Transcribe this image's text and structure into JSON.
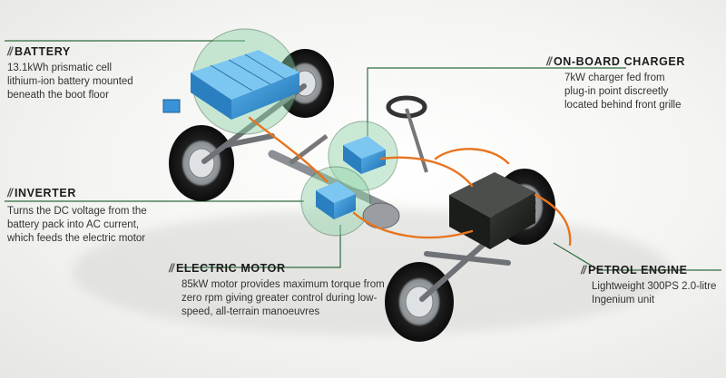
{
  "callouts": {
    "battery": {
      "slashes": "//",
      "title": "BATTERY",
      "description": "13.1kWh prismatic cell\nlithium-ion battery mounted\nbeneath the boot floor"
    },
    "charger": {
      "slashes": "//",
      "title": "ON-BOARD CHARGER",
      "description": "7kW charger fed from\nplug-in point discreetly\nlocated behind front grille"
    },
    "inverter": {
      "slashes": "//",
      "title": "INVERTER",
      "description": "Turns the DC voltage from the\nbattery pack into AC current,\nwhich feeds the electric motor"
    },
    "motor": {
      "slashes": "//",
      "title": "ELECTRIC MOTOR",
      "description": "85kW motor provides maximum torque from\nzero rpm giving greater control during low-\nspeed, all-terrain manoeuvres"
    },
    "engine": {
      "slashes": "//",
      "title": "PETROL ENGINE",
      "description": "Lightweight 300PS 2.0-litre\nIngenium unit"
    }
  },
  "colors": {
    "leader_line": "#2f6b3f",
    "highlight_fill": "#8fd3a8",
    "battery": "#2f8fd4",
    "wire": "#e8741d",
    "engine": "#1d1f1d"
  }
}
